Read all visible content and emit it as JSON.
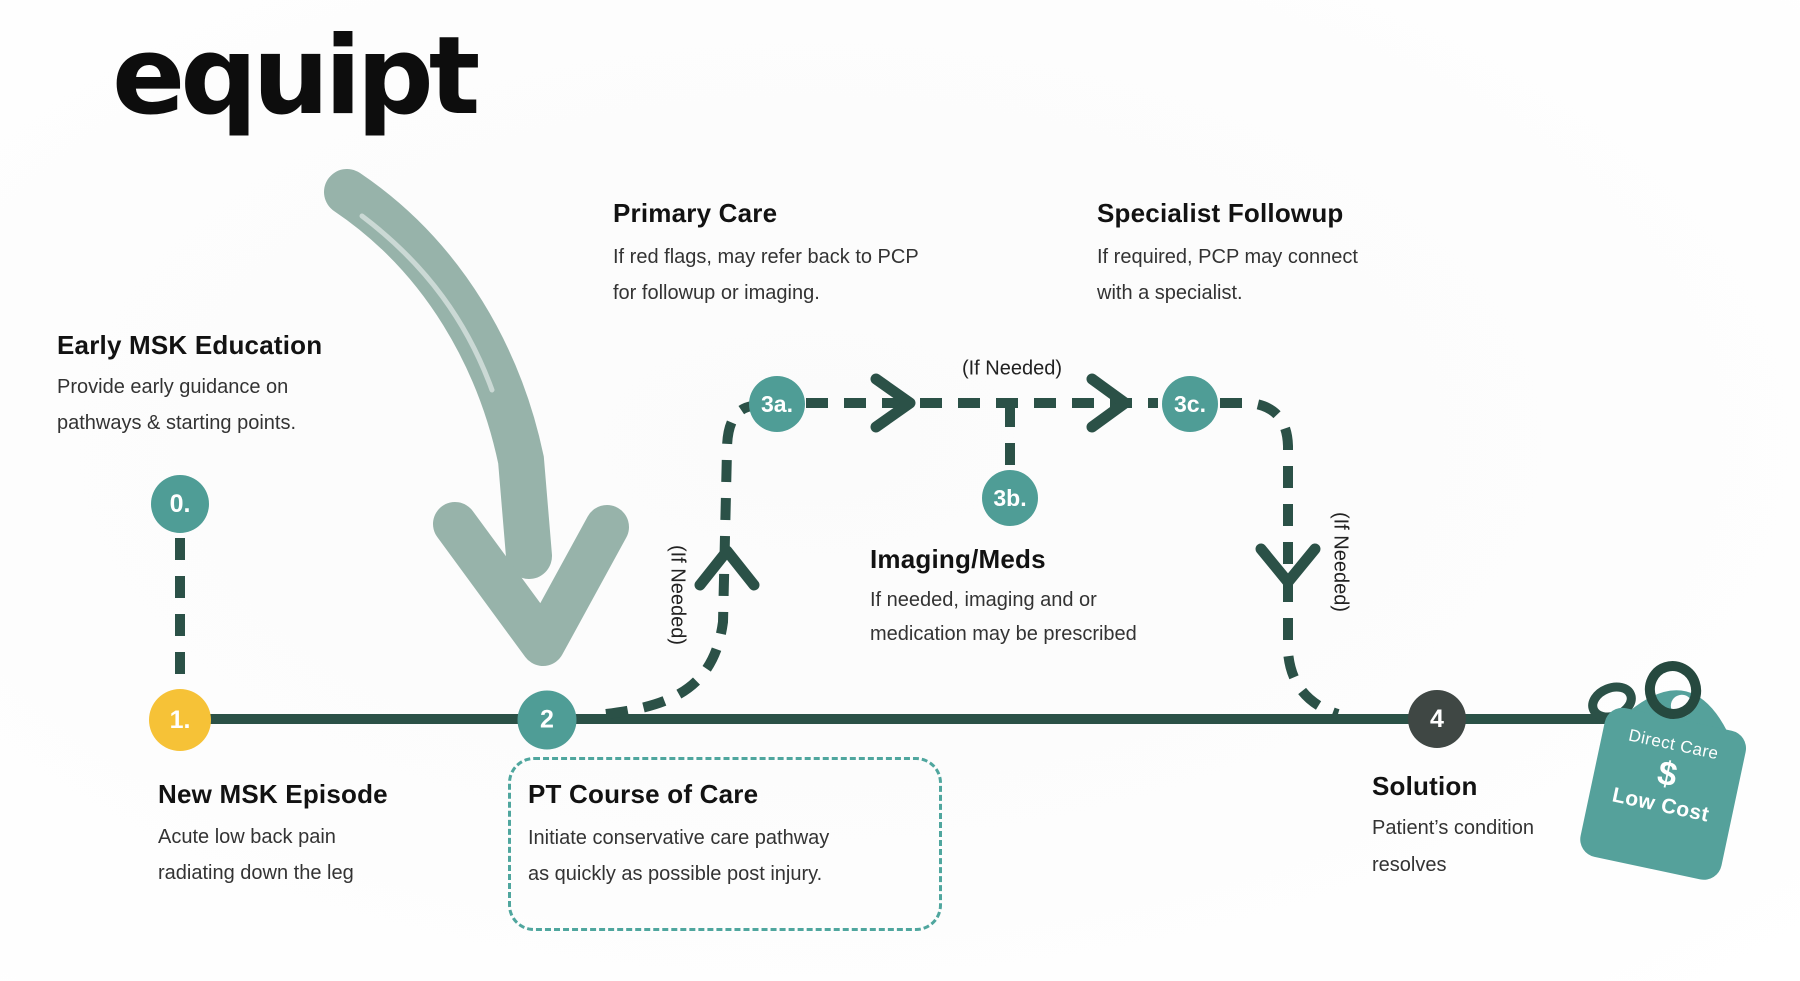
{
  "logo": "equipt",
  "colors": {
    "teal_node": "#4f9d96",
    "dark_green_line": "#2b5147",
    "yellow_node": "#f6c237",
    "charcoal_node": "#3f4744",
    "sage_arrow": "#97b3aa",
    "tag_teal": "#55a19b",
    "box_dash_teal": "#4fa69e",
    "title_text": "#121212",
    "body_text": "#333333"
  },
  "nodes": [
    {
      "id": "0",
      "label": "0."
    },
    {
      "id": "1",
      "label": "1."
    },
    {
      "id": "2",
      "label": "2"
    },
    {
      "id": "3a",
      "label": "3a."
    },
    {
      "id": "3b",
      "label": "3b."
    },
    {
      "id": "3c",
      "label": "3c."
    },
    {
      "id": "4",
      "label": "4"
    }
  ],
  "blocks": {
    "early": {
      "title": "Early MSK Education",
      "lines": [
        "Provide early guidance on",
        "pathways & starting points."
      ]
    },
    "new_episode": {
      "title": "New MSK Episode",
      "lines": [
        "Acute low back pain",
        "radiating down the leg"
      ]
    },
    "pt_course": {
      "title": "PT Course of Care",
      "lines": [
        "Initiate conservative care pathway",
        "as quickly as possible post injury."
      ]
    },
    "primary_care": {
      "title": "Primary Care",
      "lines": [
        "If red flags, may refer back to PCP",
        "for followup or imaging."
      ]
    },
    "imaging": {
      "title": "Imaging/Meds",
      "lines": [
        "If needed, imaging and or",
        "medication may be prescribed"
      ]
    },
    "specialist": {
      "title": "Specialist Followup",
      "lines": [
        "If required, PCP may connect",
        "with a specialist."
      ]
    },
    "solution": {
      "title": "Solution",
      "lines": [
        "Patient’s condition",
        "resolves"
      ]
    }
  },
  "labels": {
    "if_needed_top": "(If Needed)",
    "if_needed_left": "(If Needed)",
    "if_needed_right": "(If Needed)"
  },
  "tag": {
    "line1": "Direct Care",
    "symbol": "$",
    "line2": "Low Cost"
  }
}
